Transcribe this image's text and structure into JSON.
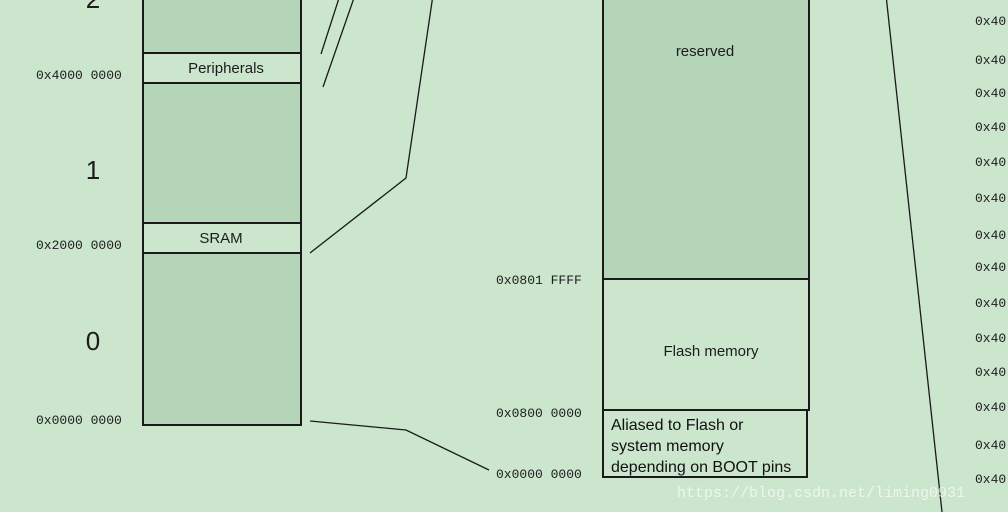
{
  "left_column": {
    "region_numbers": [
      "2",
      "1",
      "0"
    ],
    "addresses": [
      "0x4000 0000",
      "0x2000 0000",
      "0x0000 0000"
    ],
    "blocks": {
      "peripherals": "Peripherals",
      "sram": "SRAM"
    }
  },
  "right_column": {
    "addresses": [
      "0x0801 FFFF",
      "0x0800 0000",
      "0x0000 0000"
    ],
    "blocks": {
      "reserved": "reserved",
      "flash": "Flash memory",
      "aliased": "Aliased to Flash or system memory depending on BOOT pins"
    }
  },
  "edge_labels": [
    "0x40",
    "0x40",
    "0x40",
    "0x40",
    "0x40",
    "0x40",
    "0x40",
    "0x40",
    "0x40",
    "0x40",
    "0x40",
    "0x40",
    "0x40",
    "0x40"
  ],
  "watermark": "https://blog.csdn.net/liming0931",
  "colors": {
    "background": "#cbe6cd",
    "block": "#b5d5b9",
    "stroke": "#1a1a1a"
  }
}
